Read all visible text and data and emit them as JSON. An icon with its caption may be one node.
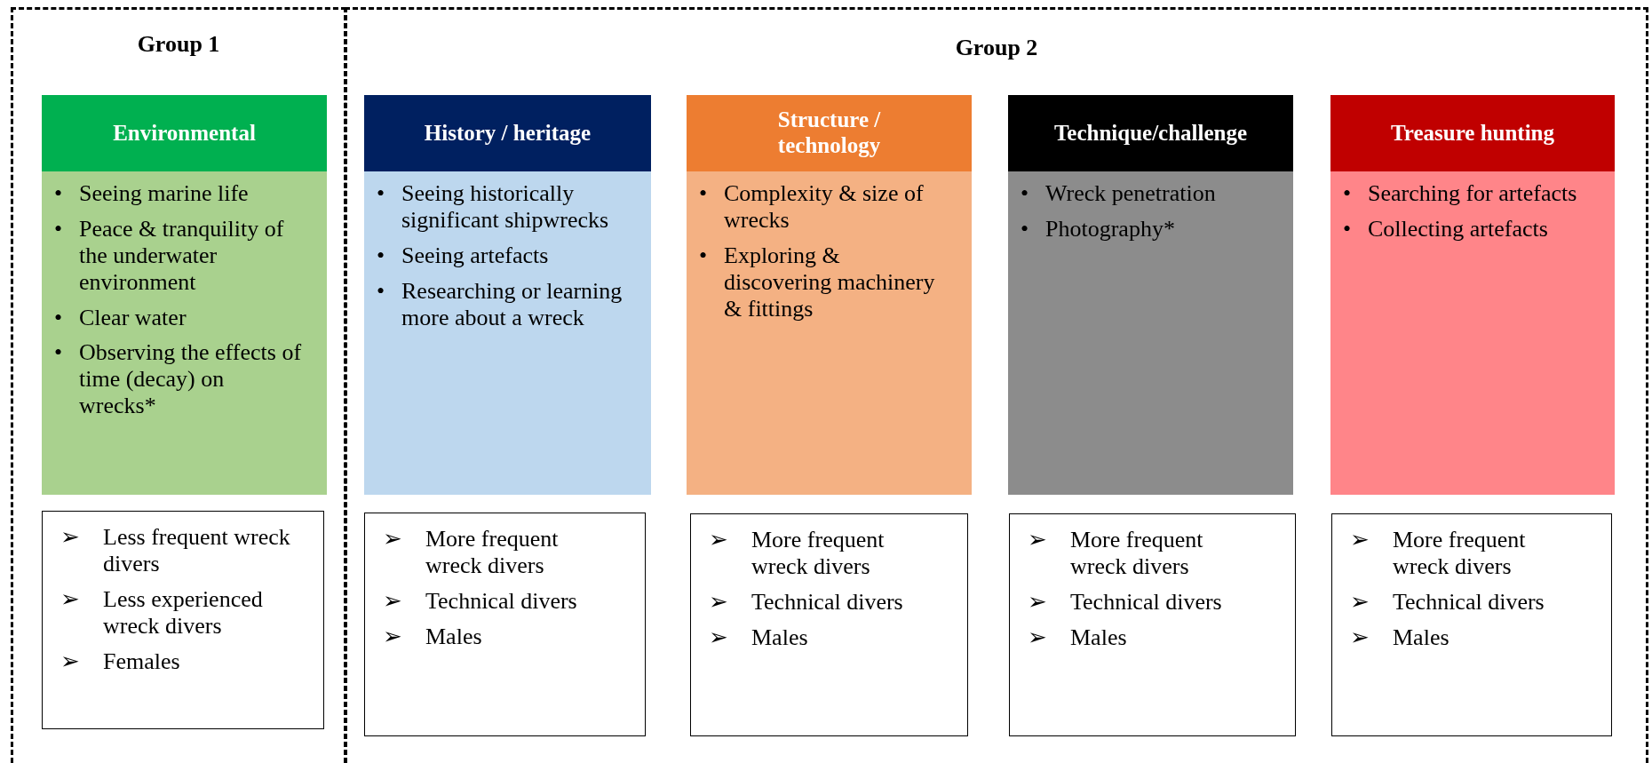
{
  "diagram": {
    "nodes": [
      {
        "text": [
          "Group 1"
        ]
      },
      {
        "text": [
          "Group 2"
        ]
      },
      {
        "text": [
          "Environmental",
          "• Seeing marine life",
          "• Peace & tranquility of the underwater environment",
          "• Clear water",
          "• Observing the effects of time (decay) on wrecks*"
        ],
        "in": 0
      },
      {
        "text": [
          "➢ Less frequent wreck divers",
          "➢ Less experienced wreck divers",
          "➢ Females"
        ],
        "in": 0
      },
      {
        "text": [
          "History / heritage",
          "• Seeing historically significant shipwrecks",
          "• Seeing artefacts",
          "• Researching or learning more about a wreck"
        ],
        "in": 1
      },
      {
        "text": [
          "➢ More frequent wreck divers",
          "➢ Technical divers",
          "➢ Males"
        ],
        "in": 1
      },
      {
        "text": [
          "Structure / technology",
          "• Complexity & size of wrecks",
          "• Exploring & discovering machinery & fittings"
        ],
        "in": 1
      },
      {
        "text": [
          "➢ More frequent wreck divers",
          "➢ Technical divers",
          "➢ Males"
        ],
        "in": 1
      },
      {
        "text": [
          "Technique/challenge",
          "• Wreck penetration",
          "• Photography*"
        ],
        "in": 1
      },
      {
        "text": [
          "➢ More frequent wreck divers",
          "➢ Technical divers",
          "➢ Males"
        ],
        "in": 1
      },
      {
        "text": [
          "Treasure hunting",
          "• Searching for artefacts",
          "• Collecting artefacts"
        ],
        "in": 1
      },
      {
        "text": [
          "➢ More frequent wreck divers",
          "➢ Technical divers",
          "➢ Males"
        ],
        "in": 1
      }
    ]
  }
}
